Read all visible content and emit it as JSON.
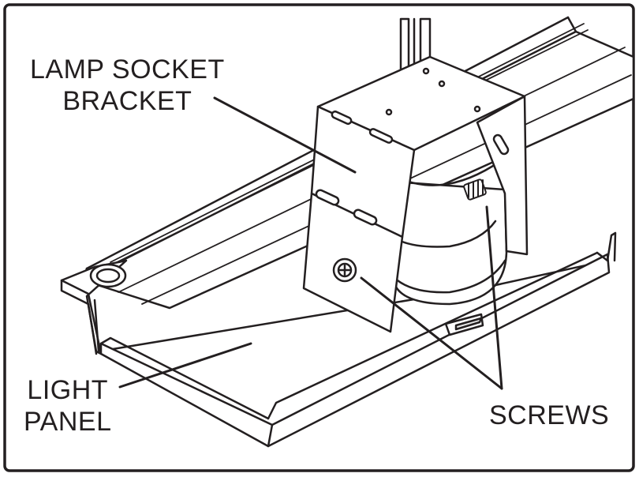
{
  "labels": {
    "lamp_socket_bracket": [
      "LAMP SOCKET",
      "BRACKET"
    ],
    "light_panel": [
      "LIGHT",
      "PANEL"
    ],
    "screws": "SCREWS"
  },
  "colors": {
    "line": "#231f20",
    "fill": "#ffffff",
    "shade": "#e8e8e8"
  }
}
